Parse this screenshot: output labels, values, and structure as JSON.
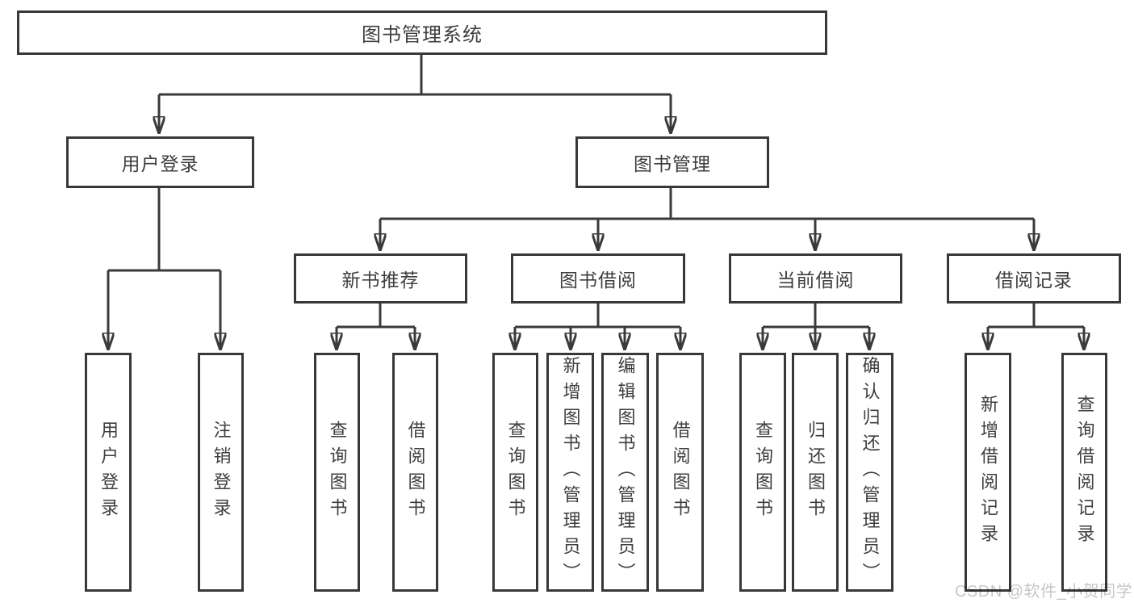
{
  "diagram_type": "hierarchy-tree",
  "colors": {
    "background": "#ffffff",
    "line": "#3a3a3a",
    "box_border": "#383838",
    "box_fill": "#ffffff",
    "text": "#3e3e3e",
    "watermark": "#c7c7c7"
  },
  "tree": {
    "root": "图书管理系统",
    "children": [
      {
        "label": "用户登录",
        "children": [
          {
            "label": "用户登录"
          },
          {
            "label": "注销登录"
          }
        ]
      },
      {
        "label": "图书管理",
        "children": [
          {
            "label": "新书推荐",
            "children": [
              {
                "label": "查询图书"
              },
              {
                "label": "借阅图书"
              }
            ]
          },
          {
            "label": "图书借阅",
            "children": [
              {
                "label": "查询图书"
              },
              {
                "label": "新增图书（管理员）"
              },
              {
                "label": "编辑图书（管理员）"
              },
              {
                "label": "借阅图书"
              }
            ]
          },
          {
            "label": "当前借阅",
            "children": [
              {
                "label": "查询图书"
              },
              {
                "label": "归还图书"
              },
              {
                "label": "确认归还（管理员）"
              }
            ]
          },
          {
            "label": "借阅记录",
            "children": [
              {
                "label": "新增借阅记录"
              },
              {
                "label": "查询借阅记录"
              }
            ]
          }
        ]
      }
    ]
  },
  "watermark": {
    "text": "CSDN @软件_小贺同学"
  }
}
